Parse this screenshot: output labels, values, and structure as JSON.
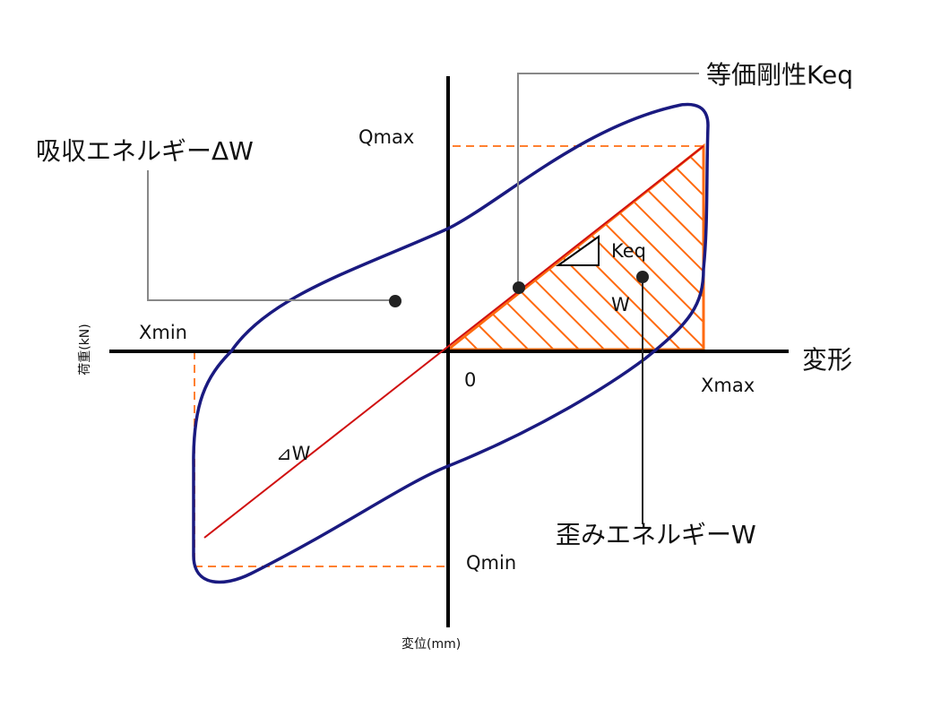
{
  "labels": {
    "keq_callout": "等価剛性Keq",
    "dw_callout": "吸収エネルギーΔW",
    "w_callout": "歪みエネルギーW",
    "qmax": "Qmax",
    "qmin": "Qmin",
    "xmin": "Xmin",
    "xmax": "Xmax",
    "origin": "0",
    "x_axis_word": "変形",
    "x_axis_label": "変位(mm)",
    "y_axis_label": "荷重(kN)",
    "keq": "Keq",
    "w": "W",
    "dw": "⊿W"
  },
  "colors": {
    "loop": "#1a1a80",
    "secant": "#d01010",
    "hatch": "#ff6a10",
    "callout": "#888888",
    "axis": "#000000"
  }
}
